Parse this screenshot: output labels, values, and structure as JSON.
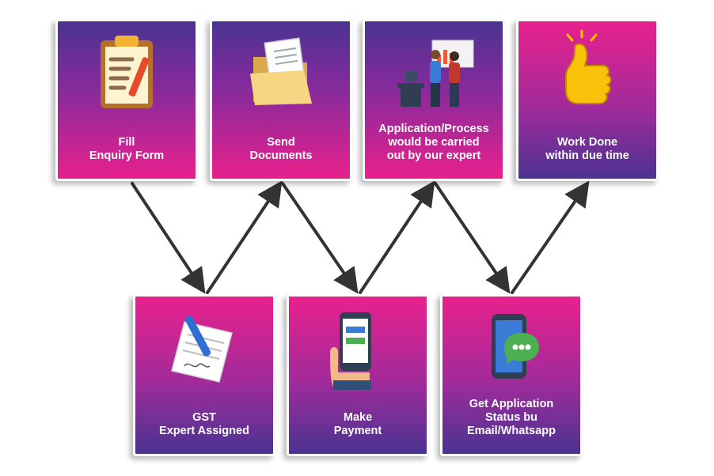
{
  "steps": [
    {
      "id": "fill-enquiry",
      "lines": [
        "Fill",
        "Enquiry Form"
      ],
      "icon": "clipboard-icon"
    },
    {
      "id": "send-documents",
      "lines": [
        "Send",
        "Documents"
      ],
      "icon": "folder-icon"
    },
    {
      "id": "application-process",
      "lines": [
        "Application/Process",
        "would be carried",
        "out by our expert"
      ],
      "icon": "experts-icon"
    },
    {
      "id": "work-done",
      "lines": [
        "Work Done",
        "within due time"
      ],
      "icon": "thumbs-up-icon"
    },
    {
      "id": "gst-expert",
      "lines": [
        "GST",
        "Expert Assigned"
      ],
      "icon": "signing-document-icon"
    },
    {
      "id": "make-payment",
      "lines": [
        "Make",
        "Payment"
      ],
      "icon": "mobile-payment-icon"
    },
    {
      "id": "application-status",
      "lines": [
        "Get Application",
        "Status bu",
        "Email/Whatsapp"
      ],
      "icon": "phone-chat-icon"
    }
  ],
  "colors": {
    "pink": "#e8218c",
    "purple": "#4a3391",
    "arrow": "#333333"
  }
}
